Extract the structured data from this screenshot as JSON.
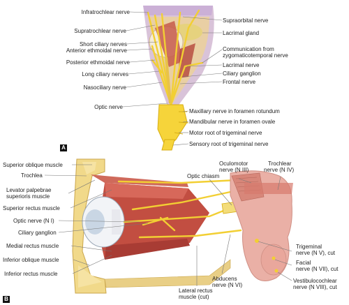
{
  "panel_a": {
    "tag": "A",
    "left_labels": [
      "Infratrochlear nerve",
      "Supratrochlear nerve",
      "Short ciliary nerves",
      "Anterior ethmoidal nerve",
      "Posterior ethmoidal nerve",
      "Long ciliary nerves",
      "Nasociliary nerve",
      "Optic nerve"
    ],
    "right_labels": [
      "Supraorbital nerve",
      "Lacrimal gland",
      "Communication from",
      "zygomaticotemporal nerve",
      "Lacrimal nerve",
      "Ciliary ganglion",
      "Frontal nerve",
      "Maxillary nerve in foramen rotundum",
      "Mandibular nerve in foramen ovale",
      "Motor root of trigeminal nerve",
      "Sensory root of trigeminal nerve"
    ]
  },
  "panel_b": {
    "tag": "B",
    "left_labels": [
      "Superior oblique muscle",
      "Trochlea",
      "Levator palpebrae",
      "superioris muscle",
      "Superior rectus muscle",
      "Optic nerve (N I)",
      "Ciliary ganglion",
      "Medial rectus muscle",
      "Inferior oblique muscle",
      "Inferior rectus muscle"
    ],
    "top_labels": [
      "Optic chiasm",
      "Oculomotor",
      "nerve (N III)",
      "Trochlear",
      "nerve (N IV)"
    ],
    "right_labels": [
      "Trigeminal",
      "nerve (N V), cut",
      "Facial",
      "nerve (N VII), cut",
      "Vestibulocochlear",
      "nerve (N VIII), cut"
    ],
    "bottom_labels": [
      "Abducens",
      "nerve (N VI)",
      "Lateral rectus",
      "muscle (cut)"
    ]
  },
  "colors": {
    "nerve": "#f3d23a",
    "muscle": "#c9574a",
    "bone": "#ead9a4",
    "brainstem": "#eab0a6"
  }
}
